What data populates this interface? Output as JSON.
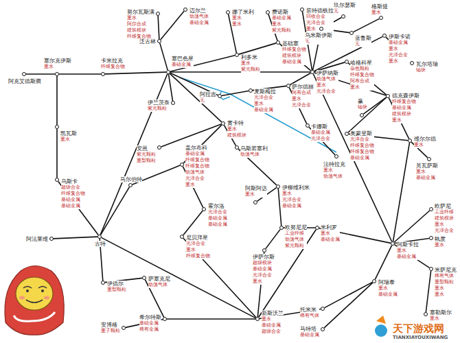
{
  "diagram": {
    "nodes": [
      {
        "text": [
          "阿克艾德斯腾"
        ]
      },
      {
        "text": [
          "塞尔克伊斯",
          "重水"
        ]
      },
      {
        "text": [
          "卡米拉克",
          "纤维复合物"
        ]
      },
      {
        "text": [
          "塞巴色星",
          "基础金属"
        ]
      },
      {
        "text": [
          "凯瓦斯",
          "重水"
        ]
      },
      {
        "text": [
          "乌斯卡",
          "超级合金",
          "纤维复合物",
          "基础金属",
          "基础金属"
        ]
      },
      {
        "text": [
          "阿法莱维"
        ]
      },
      {
        "text": [
          "古特"
        ]
      },
      {
        "text": [
          "努尔瓦斯满",
          "重水",
          "阿尔合成",
          "建筑模块",
          "纤维复合物"
        ]
      },
      {
        "text": [
          "迈尔兰",
          "动荡气体",
          "基础金属"
        ]
      },
      {
        "text": [
          "泛古林"
        ]
      },
      {
        "text": [
          "娜了米利",
          "重水",
          "重水"
        ]
      },
      {
        "text": [
          "费诺斯",
          "基础金属",
          "重水",
          "紫光颗粒"
        ]
      },
      {
        "text": [
          "装特德铁拉",
          "回收合金",
          "光泽合金",
          "重水"
        ]
      },
      {
        "text": [
          "玖尔瑟斯",
          "无"
        ]
      },
      {
        "text": [
          "格斯提",
          "重水"
        ]
      },
      {
        "text": [
          "乌米斯伊斯",
          "无"
        ]
      },
      {
        "text": [
          "蓝鲁斯",
          "无"
        ]
      },
      {
        "text": [
          "基础塞",
          "纤维复合物",
          "建筑模块",
          "基础金属"
        ]
      },
      {
        "text": [
          "利多米",
          "重水",
          "紫光颗粒"
        ]
      },
      {
        "text": [
          "伊萨纳斯",
          "动荡气体",
          "重水",
          "光泽合金"
        ]
      },
      {
        "text": [
          "伊斯卡诺",
          "基础金属",
          "重水",
          "光泽合金",
          "重水"
        ]
      },
      {
        "text": [
          "瓦尔塔瑞",
          "铀块"
        ]
      },
      {
        "text": [
          "哈格科星",
          "杂色颗粒",
          "纤维复合物",
          "阿布合成",
          "重水"
        ]
      },
      {
        "text": [
          "德克森伊斯",
          "纤维复合物",
          "基础金属",
          "建筑模块",
          "重水"
        ]
      },
      {
        "text": [
          "赢",
          "铀块"
        ]
      },
      {
        "text": [
          "奥蒙登斯",
          "光洋合金",
          "纤维复合物",
          "纤维复合物",
          "基础金属"
        ]
      },
      {
        "text": [
          "维尔尔德",
          "重水"
        ]
      },
      {
        "text": [
          "莫瓦萨斯",
          "重水",
          "基础金属"
        ]
      },
      {
        "text": [
          "阿拉吉",
          "无"
        ]
      },
      {
        "text": [
          "麦斯梅拉",
          "光泽合金",
          "重水",
          "基础金属"
        ]
      },
      {
        "text": [
          "萨尔德丽",
          "阿布合成",
          "重水",
          "光泽合金"
        ]
      },
      {
        "text": [
          "伊兰茨奈",
          "紫光颗粒"
        ]
      },
      {
        "text": [
          "黄卡特",
          "重水",
          "建筑模块"
        ]
      },
      {
        "text": [
          "乌斯若塞利",
          "动荡气体"
        ]
      },
      {
        "text": [
          "卡娜斯",
          "基础金属",
          "光泽合金"
        ]
      },
      {
        "text": [
          "法特拉克",
          "重水",
          "动荡气体"
        ]
      },
      {
        "text": [
          "安恩",
          "紫光颗粒",
          "重型颗粒"
        ]
      },
      {
        "text": [
          "盖尔布科",
          "基础金属",
          "纤维复合物",
          "纤维复合物",
          "动荡气体",
          "光泽合金",
          "重水"
        ]
      },
      {
        "text": [
          "马尔伯特"
        ]
      },
      {
        "text": [
          "霍尔洛",
          "光泽合金",
          "基础金属",
          "基础金属"
        ]
      },
      {
        "text": [
          "尼贝拜星",
          "光泽合金",
          "重水",
          "纤维复合物"
        ]
      },
      {
        "text": [
          "伊柳维利米",
          "重水",
          "光泽合金",
          "基础金属"
        ]
      },
      {
        "text": [
          "阿斯阿达",
          "重水"
        ]
      },
      {
        "text": [
          "欧努尼尼",
          "工业纤维",
          "动荡气体",
          "紫光颗粒"
        ]
      },
      {
        "text": [
          "米利罗",
          "重水",
          "基础金属"
        ]
      },
      {
        "text": [
          "伊萨尔斯",
          "超级模块",
          "基础金属",
          "光泽合金",
          "重水"
        ]
      },
      {
        "text": [
          "阿斯卡拉",
          "重水",
          "基础金属"
        ]
      },
      {
        "text": [
          "欧萨尼",
          "工业纤维",
          "建筑模块",
          "重水",
          "光泽合金"
        ]
      },
      {
        "text": [
          "執度",
          "重水"
        ]
      },
      {
        "text": [
          "米萨尼克",
          "稀有气体",
          "重型颗粒",
          "重水",
          "重水"
        ]
      },
      {
        "text": [
          "塞勒斯尔",
          "重水"
        ]
      },
      {
        "text": [
          "新斯沃兰",
          "重水",
          "基础金属",
          "超级合金"
        ]
      },
      {
        "text": [
          "阿瑞泰",
          "重水",
          "基础金属"
        ]
      },
      {
        "text": [
          "托米米",
          "稀有气体"
        ]
      },
      {
        "text": [
          "马特塔",
          "基础金属"
        ]
      },
      {
        "text": [
          "伊德尔",
          "重型颗粒"
        ]
      },
      {
        "text": [
          "萨塞克尼",
          "动荡气体"
        ]
      },
      {
        "text": [
          "希尔特斯",
          "基础金属",
          "稀有金属"
        ]
      },
      {
        "text": [
          "安博格",
          "重子颗粒"
        ]
      }
    ],
    "edges": [
      {
        "from": 0,
        "to": 1,
        "arrow": "none"
      },
      {
        "from": 1,
        "to": 2,
        "arrow": "none"
      },
      {
        "from": 2,
        "to": 3,
        "arrow": "none"
      },
      {
        "from": 1,
        "to": 4,
        "arrow": "none"
      },
      {
        "from": 4,
        "to": 5,
        "arrow": "none"
      },
      {
        "from": 5,
        "to": 7,
        "arrow": "none"
      },
      {
        "from": 6,
        "to": 7,
        "arrow": "none"
      },
      {
        "from": 3,
        "to": 7,
        "arrow": "none"
      },
      {
        "from": 3,
        "to": 10,
        "arrow": "none"
      },
      {
        "from": 10,
        "to": 8,
        "arrow": "none"
      },
      {
        "from": 10,
        "to": 9,
        "arrow": "none"
      },
      {
        "from": 3,
        "to": 19,
        "arrow": "none"
      },
      {
        "from": 19,
        "to": 11,
        "arrow": "none"
      },
      {
        "from": 19,
        "to": 18,
        "arrow": "none"
      },
      {
        "from": 18,
        "to": 12,
        "arrow": "none"
      },
      {
        "from": 18,
        "to": 20,
        "arrow": "none"
      },
      {
        "from": 20,
        "to": 13,
        "arrow": "none"
      },
      {
        "from": 20,
        "to": 16,
        "arrow": "none"
      },
      {
        "from": 16,
        "to": 14,
        "arrow": "none"
      },
      {
        "from": 16,
        "to": 17,
        "arrow": "none"
      },
      {
        "from": 17,
        "to": 15,
        "arrow": "none"
      },
      {
        "from": 20,
        "to": 21,
        "arrow": "none"
      },
      {
        "from": 21,
        "to": 22,
        "arrow": "none"
      },
      {
        "from": 3,
        "to": 20,
        "arrow": "none"
      },
      {
        "from": 20,
        "to": 23,
        "arrow": "none"
      },
      {
        "from": 23,
        "to": 24,
        "arrow": "none"
      },
      {
        "from": 20,
        "to": 24,
        "arrow": "none"
      },
      {
        "from": 24,
        "to": 25,
        "arrow": "none"
      },
      {
        "from": 24,
        "to": 26,
        "arrow": "none"
      },
      {
        "from": 24,
        "to": 27,
        "arrow": "none"
      },
      {
        "from": 27,
        "to": 28,
        "arrow": "none"
      },
      {
        "from": 26,
        "to": 27,
        "arrow": "none"
      },
      {
        "from": 27,
        "to": 47,
        "arrow": "none"
      },
      {
        "from": 20,
        "to": 47,
        "arrow": "none"
      },
      {
        "from": 47,
        "to": 48,
        "arrow": "none"
      },
      {
        "from": 47,
        "to": 49,
        "arrow": "none"
      },
      {
        "from": 47,
        "to": 50,
        "arrow": "none"
      },
      {
        "from": 50,
        "to": 51,
        "arrow": "none"
      },
      {
        "from": 47,
        "to": 53,
        "arrow": "none"
      },
      {
        "from": 53,
        "to": 54,
        "arrow": "none"
      },
      {
        "from": 54,
        "to": 52,
        "arrow": "none"
      },
      {
        "from": 53,
        "to": 55,
        "arrow": "none"
      },
      {
        "from": 52,
        "to": 58,
        "arrow": "none"
      },
      {
        "from": 58,
        "to": 57,
        "arrow": "none"
      },
      {
        "from": 57,
        "to": 56,
        "arrow": "none"
      },
      {
        "from": 7,
        "to": 56,
        "arrow": "none"
      },
      {
        "from": 7,
        "to": 52,
        "arrow": "none"
      },
      {
        "from": 7,
        "to": 39,
        "arrow": "none"
      },
      {
        "from": 39,
        "to": 38,
        "arrow": "none"
      },
      {
        "from": 38,
        "to": 40,
        "arrow": "none"
      },
      {
        "from": 40,
        "to": 41,
        "arrow": "none"
      },
      {
        "from": 41,
        "to": 52,
        "arrow": "none"
      },
      {
        "from": 33,
        "to": 38,
        "arrow": "none"
      },
      {
        "from": 3,
        "to": 33,
        "arrow": "none"
      },
      {
        "from": 3,
        "to": 32,
        "arrow": "none"
      },
      {
        "from": 3,
        "to": 29,
        "arrow": "none"
      },
      {
        "from": 29,
        "to": 30,
        "arrow": "none"
      },
      {
        "from": 30,
        "to": 31,
        "arrow": "none"
      },
      {
        "from": 31,
        "to": 20,
        "arrow": "none"
      },
      {
        "from": 33,
        "to": 34,
        "arrow": "none"
      },
      {
        "from": 34,
        "to": 42,
        "arrow": "none"
      },
      {
        "from": 42,
        "to": 43,
        "arrow": "none"
      },
      {
        "from": 42,
        "to": 44,
        "arrow": "none"
      },
      {
        "from": 44,
        "to": 45,
        "arrow": "none"
      },
      {
        "from": 45,
        "to": 52,
        "arrow": "none"
      },
      {
        "from": 44,
        "to": 46,
        "arrow": "none"
      },
      {
        "from": 46,
        "to": 52,
        "arrow": "none"
      },
      {
        "from": 45,
        "to": 47,
        "arrow": "none"
      },
      {
        "from": 35,
        "to": 36,
        "arrow": "none"
      },
      {
        "from": 31,
        "to": 35,
        "arrow": "none"
      },
      {
        "from": 33,
        "to": 37,
        "arrow": "none"
      },
      {
        "from": 58,
        "to": 59,
        "arrow": "none"
      }
    ],
    "labels": [
      "天下游戏网",
      "TIANXIAYOUXIWANG"
    ]
  }
}
